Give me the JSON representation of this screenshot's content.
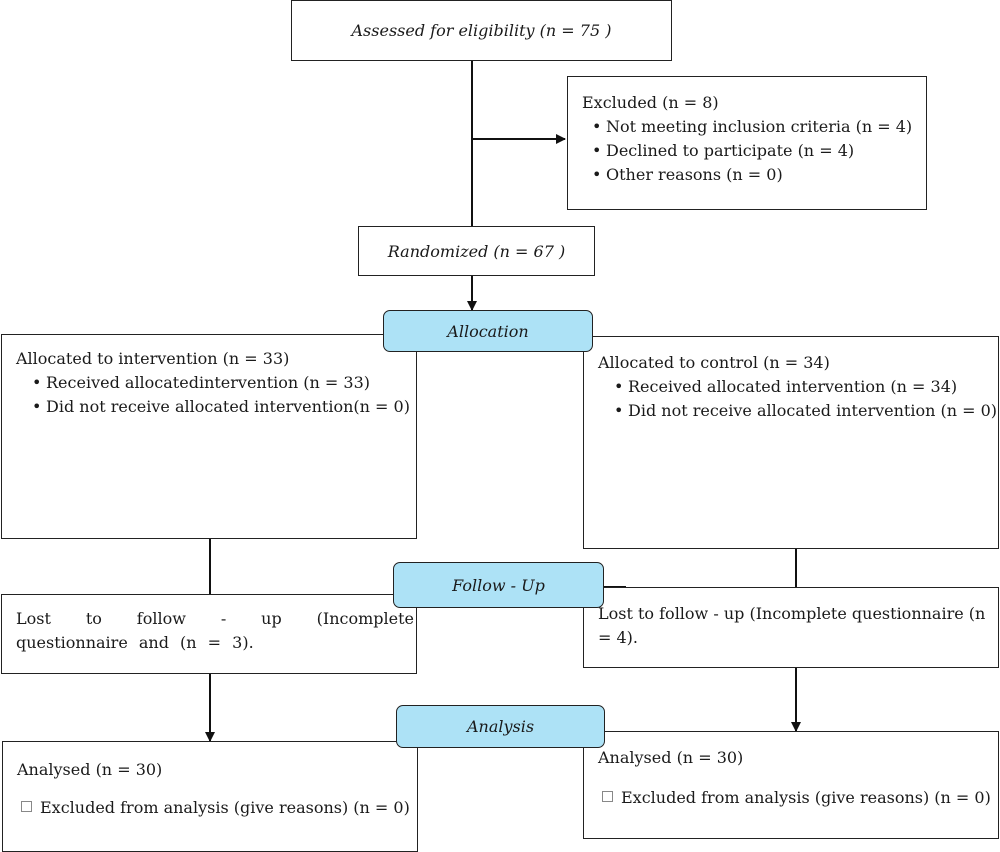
{
  "assessed": "Assessed for eligibility (n = 75 )",
  "excluded": {
    "title": "Excluded (n = 8)",
    "items": [
      "Not meeting inclusion criteria (n = 4)",
      "Declined to participate (n = 4)",
      "Other reasons (n = 0)"
    ]
  },
  "randomized": "Randomized (n = 67 )",
  "stages": {
    "allocation": "Allocation",
    "followup": "Follow - Up",
    "analysis": "Analysis"
  },
  "intervention": {
    "allocated": {
      "title": "Allocated to intervention (n = 33)",
      "items": [
        "Received allocatedintervention (n = 33)",
        "Did not receive allocated intervention(n = 0)"
      ]
    },
    "lost": "Lost to follow - up (Incomplete questionnaire and (n = 3).",
    "analysed": {
      "title": "Analysed (n = 30)",
      "excluded": "Excluded from analysis (give reasons) (n = 0)"
    }
  },
  "control": {
    "allocated": {
      "title": "Allocated to control (n = 34)",
      "items": [
        "Received allocated intervention (n = 34)",
        "Did not receive allocated intervention (n = 0)"
      ]
    },
    "lost": "Lost to follow - up (Incomplete questionnaire (n = 4).",
    "analysed": {
      "title": "Analysed (n = 30)",
      "excluded": "Excluded from analysis (give reasons) (n = 0)"
    }
  }
}
